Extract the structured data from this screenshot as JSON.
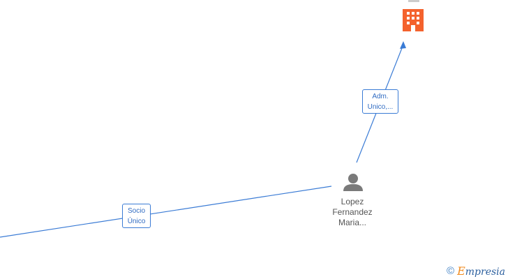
{
  "edges": [
    {
      "label_lines": [
        "Adm.",
        "Unico,..."
      ]
    },
    {
      "label_lines": [
        "Socio",
        "Único"
      ]
    }
  ],
  "nodes": {
    "person": {
      "name_lines": [
        "Lopez",
        "Fernandez",
        "Maria..."
      ],
      "icon": "person-icon"
    },
    "company": {
      "icon": "building-icon",
      "color": "#f4622d"
    }
  },
  "colors": {
    "edge": "#3a7bd5",
    "person": "#7a7a7a",
    "company": "#f4622d"
  },
  "footer": {
    "copyright": "©",
    "brand_initial": "E",
    "brand_rest": "mpresia"
  }
}
